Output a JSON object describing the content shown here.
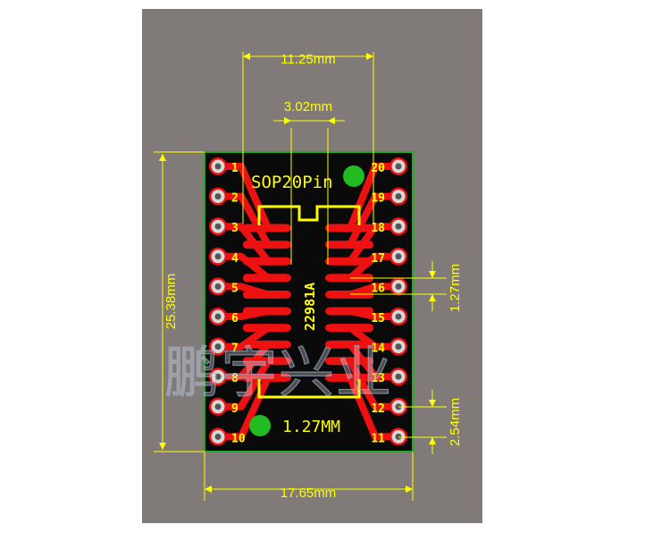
{
  "colors": {
    "background": "#807b78",
    "board": "#0a0a0a",
    "copper": "#ee1111",
    "silkscreen": "#ffff00",
    "pad": "#d8d8d8",
    "fiducial": "#22bb22",
    "dimension": "#ffff00",
    "board_outline": "#22aa22"
  },
  "board": {
    "title": "SOP20Pin",
    "part_number": "22981A",
    "pitch_label": "1.27MM"
  },
  "dimensions": {
    "footprint_width": "11.25mm",
    "center_gap": "3.02mm",
    "board_height": "25.38mm",
    "board_width": "17.65mm",
    "smd_pitch": "1.27mm",
    "dip_pitch": "2.54mm"
  },
  "pins": {
    "left": [
      "1",
      "2",
      "3",
      "4",
      "5",
      "6",
      "7",
      "8",
      "9",
      "10"
    ],
    "right": [
      "20",
      "19",
      "18",
      "17",
      "16",
      "15",
      "14",
      "13",
      "12",
      "11"
    ]
  },
  "watermark": "鹏宇兴业"
}
